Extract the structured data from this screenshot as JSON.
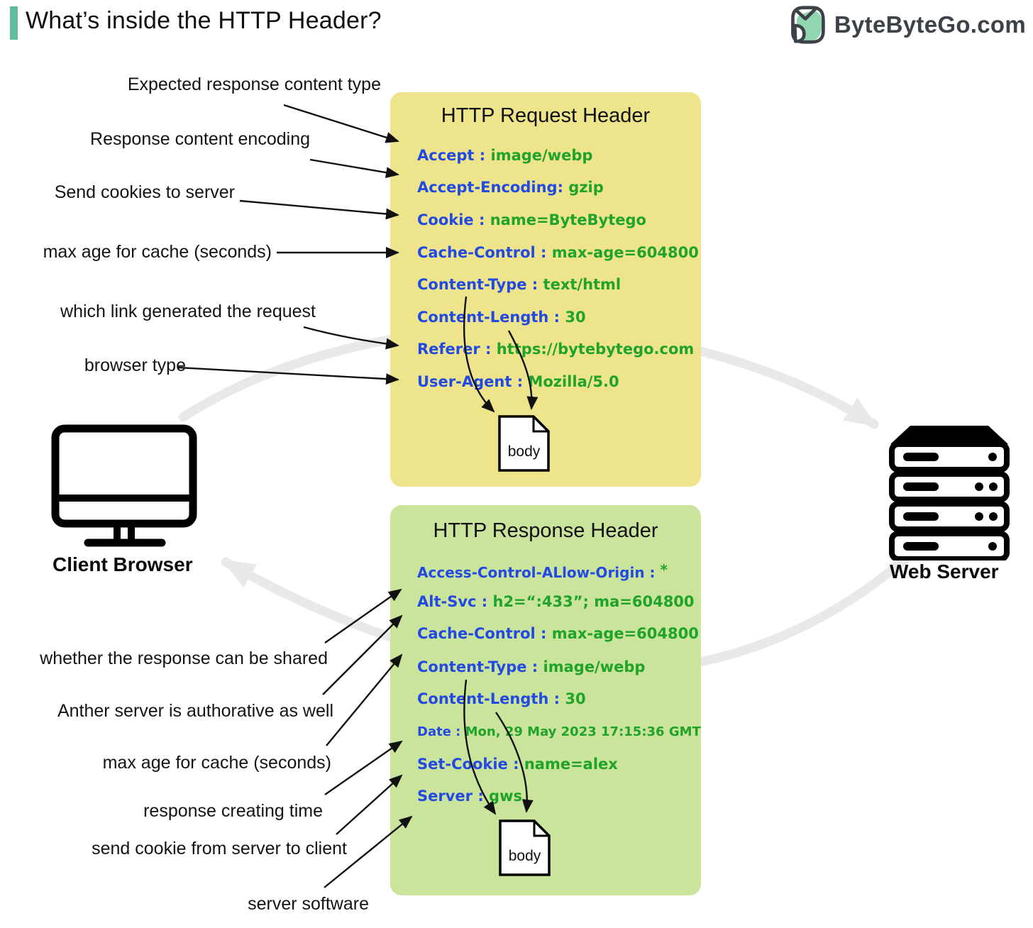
{
  "header": {
    "title": "What’s inside the HTTP Header?",
    "logo_text": "ByteByteGo.com"
  },
  "request_box": {
    "title": "HTTP Request Header",
    "rows": [
      {
        "key": "Accept",
        "sep": " : ",
        "value": "image/webp"
      },
      {
        "key": "Accept-Encoding",
        "sep": ": ",
        "value": "gzip"
      },
      {
        "key": "Cookie",
        "sep": " : ",
        "value": "name=ByteBytego"
      },
      {
        "key": "Cache-Control",
        "sep": " : ",
        "value": "max-age=604800"
      },
      {
        "key": "Content-Type",
        "sep": " : ",
        "value": "text/html"
      },
      {
        "key": "Content-Length",
        "sep": " : ",
        "value": "30"
      },
      {
        "key": "Referer",
        "sep": " : ",
        "value": "https://bytebytego.com"
      },
      {
        "key": "User-Agent",
        "sep": " : ",
        "value": "Mozilla/5.0"
      }
    ],
    "body_label": "body"
  },
  "response_box": {
    "title": "HTTP Response Header",
    "rows": [
      {
        "key": "Access-Control-ALlow-Origin",
        "sep": " : ",
        "value": "*"
      },
      {
        "key": "Alt-Svc",
        "sep": " : ",
        "value": "h2=“:433”; ma=604800"
      },
      {
        "key": "Cache-Control",
        "sep": " : ",
        "value": "max-age=604800"
      },
      {
        "key": "Content-Type",
        "sep": " : ",
        "value": "image/webp"
      },
      {
        "key": "Content-Length",
        "sep": " : ",
        "value": "30"
      },
      {
        "key": "Date",
        "sep": " : ",
        "value": "Mon, 29 May 2023 17:15:36 GMT"
      },
      {
        "key": "Set-Cookie",
        "sep": " : ",
        "value": "name=alex"
      },
      {
        "key": "Server",
        "sep": " : ",
        "value": "gws"
      }
    ],
    "body_label": "body"
  },
  "request_annotations": [
    "Expected response content type",
    "Response content encoding",
    "Send cookies to server",
    "max age for cache (seconds)",
    "which link generated the request",
    "browser type"
  ],
  "response_annotations": [
    "whether the response can be shared",
    "Anther server is authorative as well",
    "max age for cache (seconds)",
    "response creating time",
    "send cookie from server to client",
    "server software"
  ],
  "client_label": "Client Browser",
  "server_label": "Web Server",
  "colors": {
    "accent_teal": "#5EBD9B",
    "request_bg": "#EDE48C",
    "response_bg": "#CBE49B",
    "key_blue": "#2349E3",
    "value_green": "#1FA32A",
    "flow_arrow_gray": "#E9E9E9"
  }
}
